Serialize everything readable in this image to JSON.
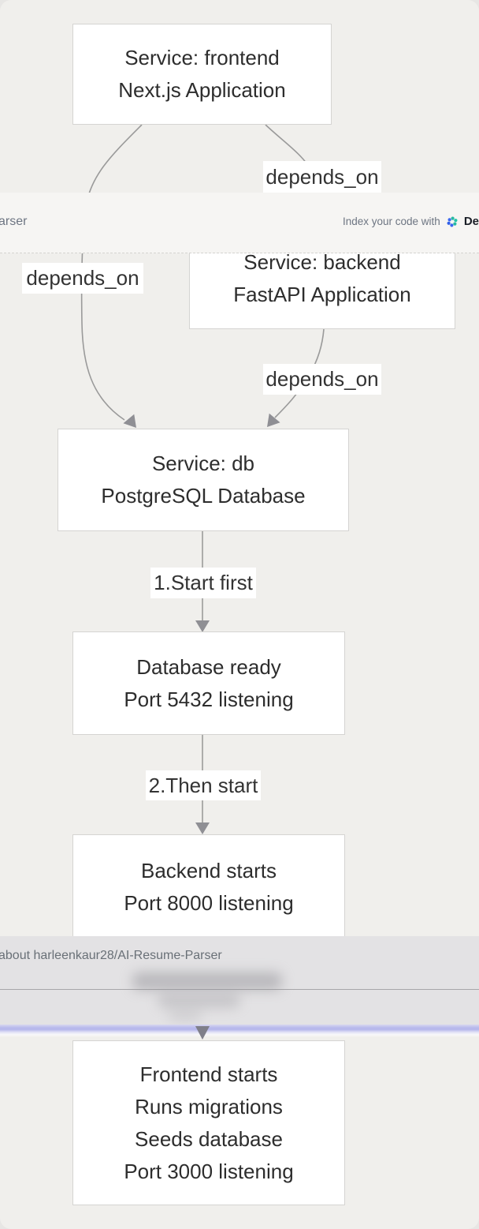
{
  "header_overlay": {
    "repo_fragment": "arser",
    "index_prompt": "Index your code with",
    "brand_fragment": "De"
  },
  "diagram": {
    "nodes": {
      "frontend": {
        "line1": "Service: frontend",
        "line2": "Next.js Application"
      },
      "backend": {
        "line1": "Service: backend",
        "line2": "FastAPI Application"
      },
      "db": {
        "line1": "Service: db",
        "line2": "PostgreSQL Database"
      },
      "db_ready": {
        "line1": "Database ready",
        "line2": "Port 5432 listening"
      },
      "backend_starts": {
        "line1": "Backend starts",
        "line2": "Port 8000 listening"
      },
      "frontend_starts": {
        "line1": "Frontend starts",
        "line2": "Runs migrations",
        "line3": "Seeds database",
        "line4": "Port 3000 listening"
      }
    },
    "edge_labels": {
      "frontend_to_backend": "depends_on",
      "frontend_to_db": "depends_on",
      "backend_to_db": "depends_on",
      "db_to_ready": "1.Start first",
      "ready_to_backend": "2.Then start"
    }
  },
  "ask_overlay": {
    "text": "about harleenkaur28/AI-Resume-Parser"
  },
  "colors": {
    "edge": "#9a9a9a",
    "arrow": "#8f8f94",
    "accent_band": "#b7b8ec",
    "devin_blue": "#3b68f0",
    "devin_teal": "#28b9a2",
    "node_border": "#d5d4d2"
  }
}
